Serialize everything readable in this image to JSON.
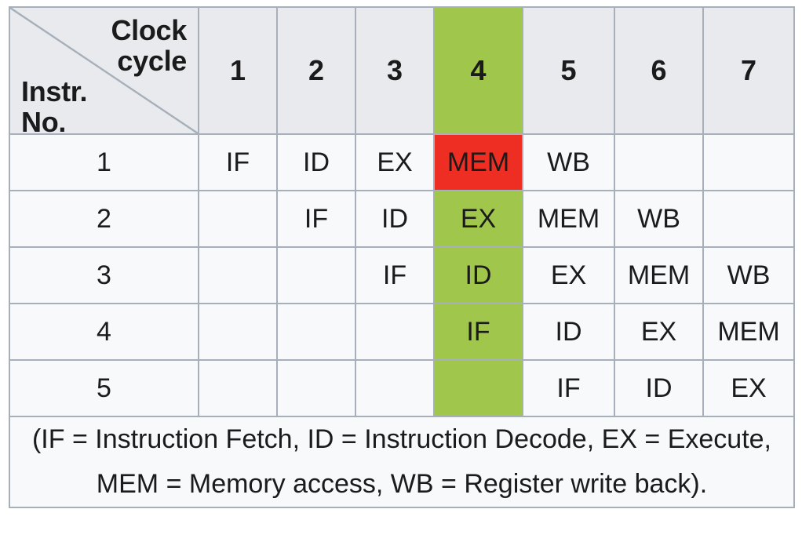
{
  "figure": {
    "corner_header": {
      "top_right_label": "Clock\ncycle",
      "bottom_left_label": "Instr.\nNo."
    },
    "cycle_headers": [
      "1",
      "2",
      "3",
      "4",
      "5",
      "6",
      "7"
    ],
    "highlight_cycle": "4",
    "colors": {
      "green_highlight": "#a0c64b",
      "red_highlight": "#ee2d23",
      "header_background": "#e8eaed",
      "cell_background": "#f7f9fa",
      "border": "#a7b0ba",
      "text": "#1b1b1b"
    },
    "rows": [
      {
        "instr_no": "1",
        "cells": [
          {
            "text": "IF",
            "highlight": "none"
          },
          {
            "text": "ID",
            "highlight": "none"
          },
          {
            "text": "EX",
            "highlight": "none"
          },
          {
            "text": "MEM",
            "highlight": "red"
          },
          {
            "text": "WB",
            "highlight": "none"
          },
          {
            "text": "",
            "highlight": "none"
          },
          {
            "text": "",
            "highlight": "none"
          }
        ]
      },
      {
        "instr_no": "2",
        "cells": [
          {
            "text": "",
            "highlight": "none"
          },
          {
            "text": "IF",
            "highlight": "none"
          },
          {
            "text": "ID",
            "highlight": "none"
          },
          {
            "text": "EX",
            "highlight": "green"
          },
          {
            "text": "MEM",
            "highlight": "none"
          },
          {
            "text": "WB",
            "highlight": "none"
          },
          {
            "text": "",
            "highlight": "none"
          }
        ]
      },
      {
        "instr_no": "3",
        "cells": [
          {
            "text": "",
            "highlight": "none"
          },
          {
            "text": "",
            "highlight": "none"
          },
          {
            "text": "IF",
            "highlight": "none"
          },
          {
            "text": "ID",
            "highlight": "green"
          },
          {
            "text": "EX",
            "highlight": "none"
          },
          {
            "text": "MEM",
            "highlight": "none"
          },
          {
            "text": "WB",
            "highlight": "none"
          }
        ]
      },
      {
        "instr_no": "4",
        "cells": [
          {
            "text": "",
            "highlight": "none"
          },
          {
            "text": "",
            "highlight": "none"
          },
          {
            "text": "",
            "highlight": "none"
          },
          {
            "text": "IF",
            "highlight": "green"
          },
          {
            "text": "ID",
            "highlight": "none"
          },
          {
            "text": "EX",
            "highlight": "none"
          },
          {
            "text": "MEM",
            "highlight": "none"
          }
        ]
      },
      {
        "instr_no": "5",
        "cells": [
          {
            "text": "",
            "highlight": "none"
          },
          {
            "text": "",
            "highlight": "none"
          },
          {
            "text": "",
            "highlight": "none"
          },
          {
            "text": "",
            "highlight": "green"
          },
          {
            "text": "IF",
            "highlight": "none"
          },
          {
            "text": "ID",
            "highlight": "none"
          },
          {
            "text": "EX",
            "highlight": "none"
          }
        ]
      }
    ],
    "caption": "(IF = Instruction Fetch, ID = Instruction Decode, EX = Execute, MEM = Memory access, WB = Register write back)."
  }
}
